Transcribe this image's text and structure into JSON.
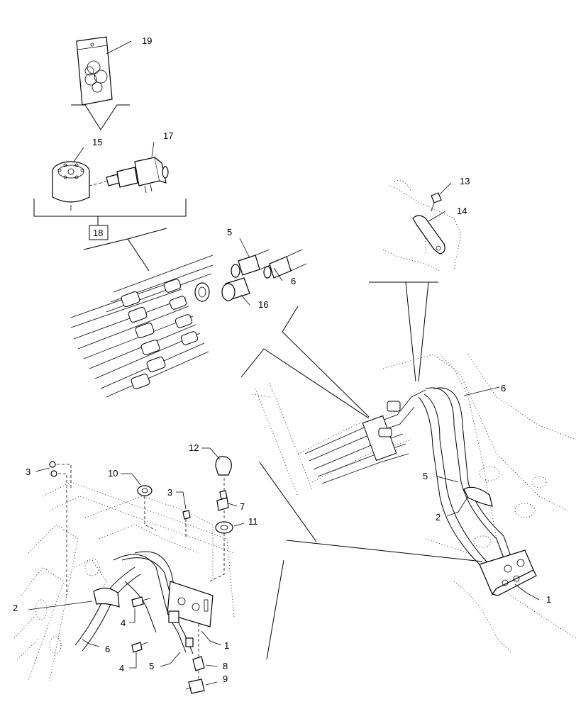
{
  "callouts": {
    "c1a": "1",
    "c1b": "1",
    "c2a": "2",
    "c2b": "2",
    "c3a": "3",
    "c3b": "3",
    "c4a": "4",
    "c4b": "4",
    "c5a": "5",
    "c5b": "5",
    "c5c": "5",
    "c6a": "6",
    "c6b": "6",
    "c6c": "6",
    "c7": "7",
    "c8": "8",
    "c9": "9",
    "c10": "10",
    "c11": "11",
    "c12": "12",
    "c13": "13",
    "c14": "14",
    "c15": "15",
    "c16": "16",
    "c17": "17",
    "c18": "18",
    "c19": "19"
  }
}
